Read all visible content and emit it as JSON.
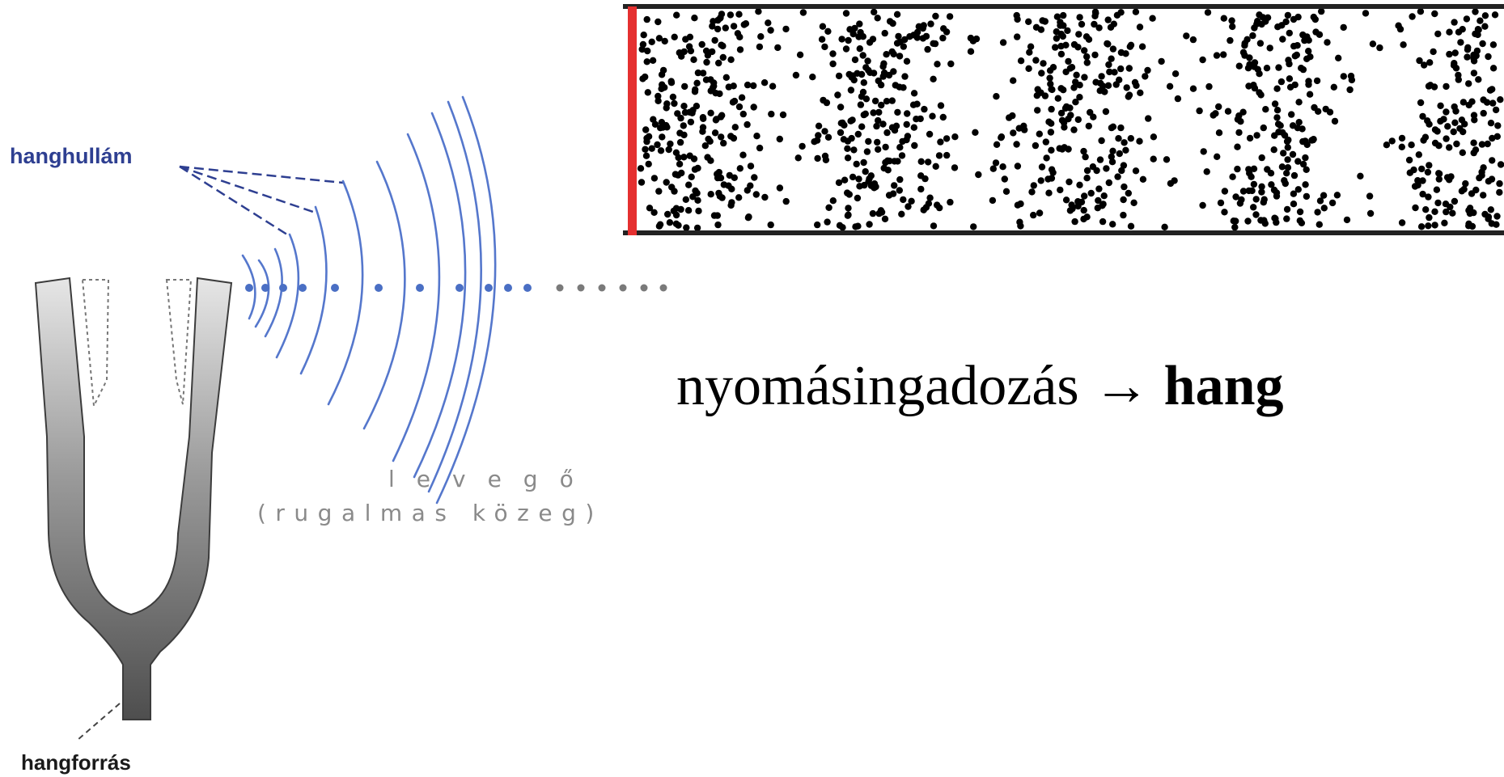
{
  "labels": {
    "sound_wave": "hanghullám",
    "sound_source": "hangforrás",
    "air": "levegő",
    "elastic_medium": "(rugalmas közeg)"
  },
  "statement": {
    "text": "nyomásingadozás →",
    "keyword": "hang"
  },
  "colors": {
    "wave_blue": "#5577cc",
    "label_blue": "#2e3f91",
    "tube_wall_red": "#e53030",
    "particle_black": "#000000",
    "fork_gray": "#555555"
  },
  "icons": {
    "source": "tuning-fork-icon"
  }
}
